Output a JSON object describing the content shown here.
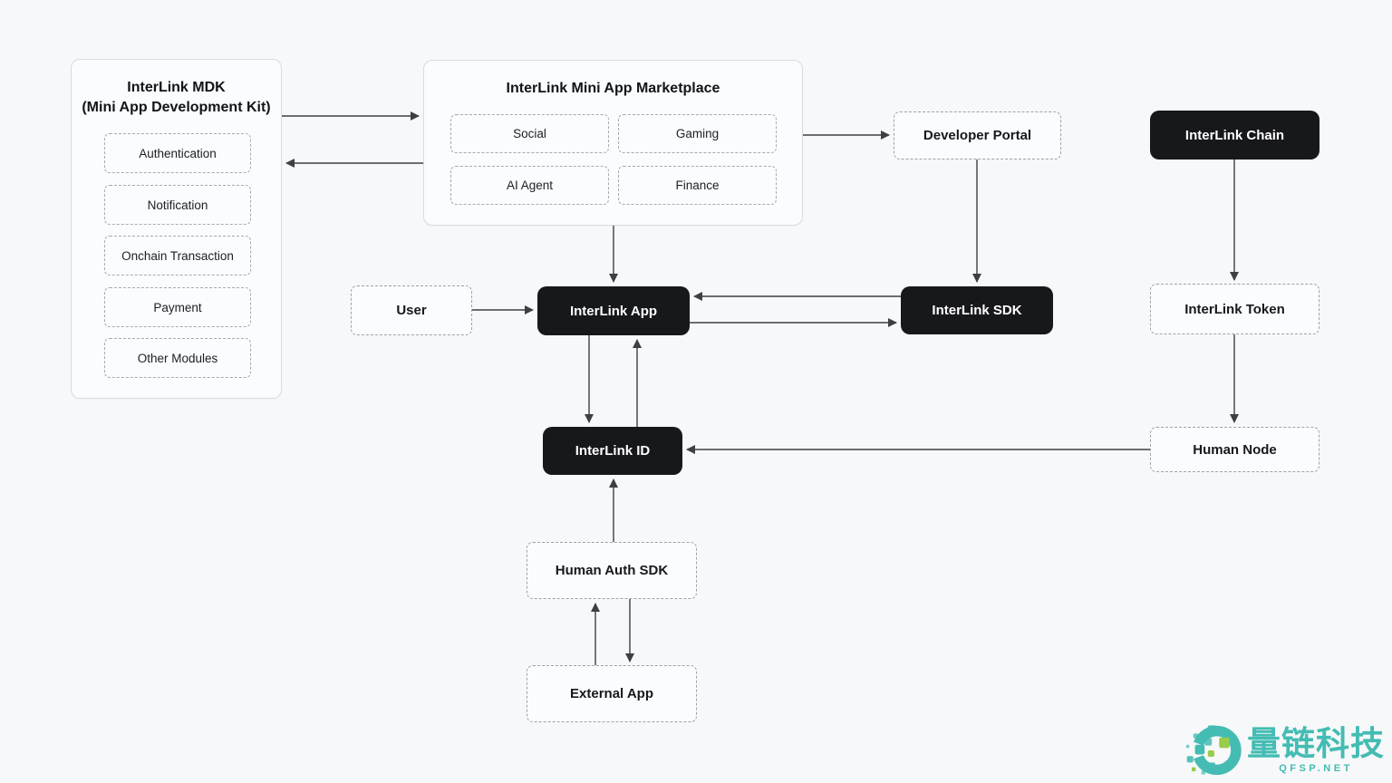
{
  "mdk": {
    "title": [
      "InterLink MDK",
      "(Mini App Development Kit)"
    ],
    "modules": [
      "Authentication",
      "Notification",
      "Onchain Transaction",
      "Payment",
      "Other Modules"
    ]
  },
  "marketplace": {
    "title": "InterLink Mini App Marketplace",
    "categories": [
      "Social",
      "Gaming",
      "AI Agent",
      "Finance"
    ]
  },
  "nodes": {
    "developer_portal": "Developer Portal",
    "interlink_chain": "InterLink Chain",
    "user": "User",
    "interlink_app": "InterLink App",
    "interlink_sdk": "InterLink SDK",
    "interlink_token": "InterLink Token",
    "interlink_id": "InterLink ID",
    "human_node": "Human Node",
    "human_auth_sdk": "Human Auth SDK",
    "external_app": "External App"
  },
  "watermark": {
    "brand": "量链科技",
    "domain": "QFSP.NET"
  },
  "colors": {
    "background": "#f7f8f9",
    "panel_bg": "#fbfcfd",
    "panel_border": "#d9dbdf",
    "dashed_border": "#9fa1a6",
    "dark_node_bg": "#17181c",
    "dark_node_text": "#ffffff",
    "arrow": "#3d4043",
    "logo_teal": "#35b7ae",
    "logo_green": "#93c83d"
  }
}
